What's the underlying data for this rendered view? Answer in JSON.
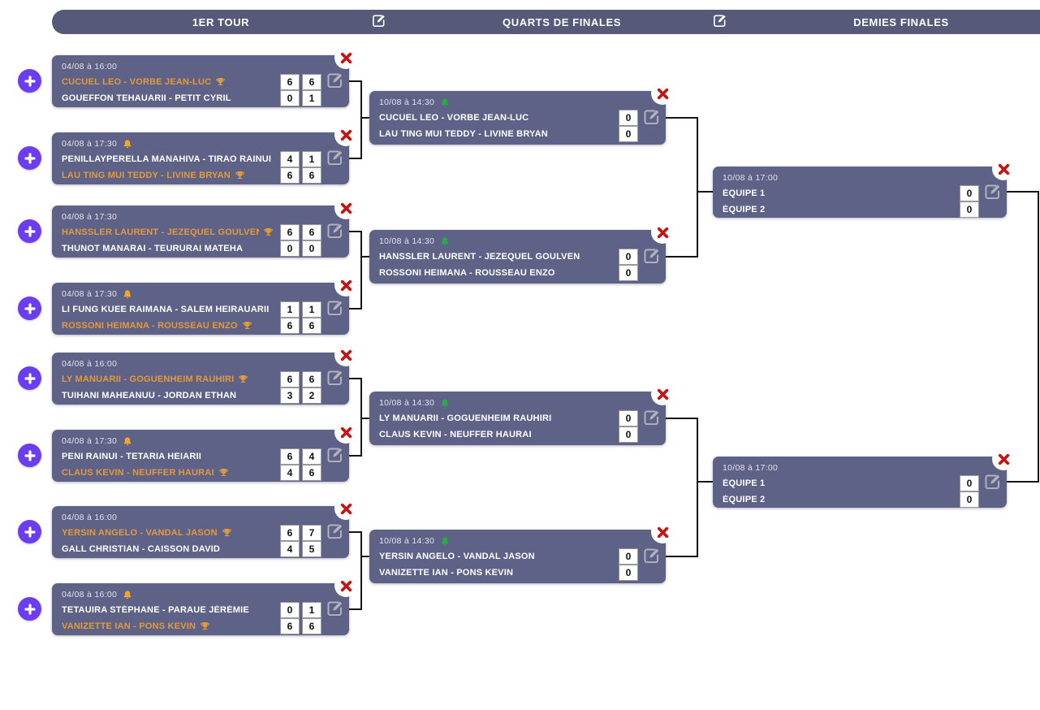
{
  "header": {
    "round1_label": "1ER TOUR",
    "quarts_label": "QUARTS DE FINALES",
    "demies_label": "DEMIES FINALES"
  },
  "colors": {
    "card_bg": "#5e6287",
    "header_bg": "#565a78",
    "winner_text": "#e39a3b",
    "delete_red": "#c41414",
    "add_violet": "#6b3df0",
    "bell_yellow": "#f5a623",
    "bell_green": "#2ba84a"
  },
  "icons": {
    "add": "plus-icon",
    "delete": "cross-icon",
    "edit": "edit-pencil-icon",
    "reminder": "bell-icon",
    "winner": "trophy-icon"
  },
  "bracket": {
    "round1": [
      {
        "date": "04/08 à 16:00",
        "teams": [
          {
            "name": "CUCUEL LEO - VORBE JEAN-LUC",
            "scores": [
              "6",
              "6"
            ]
          },
          {
            "name": "GOUEFFON TEHAUARII - PETIT CYRIL",
            "scores": [
              "0",
              "1"
            ]
          }
        ]
      },
      {
        "date": "04/08 à 17:30",
        "teams": [
          {
            "name": "PENILLAYPERELLA MANAHIVA - TIRAO RAINUI",
            "scores": [
              "4",
              "1"
            ]
          },
          {
            "name": "LAU TING MUI TEDDY - LIVINE BRYAN",
            "scores": [
              "6",
              "6"
            ]
          }
        ]
      },
      {
        "date": "04/08 à 17:30",
        "teams": [
          {
            "name": "HANSSLER LAURENT - JEZEQUEL GOULVEN",
            "scores": [
              "6",
              "6"
            ]
          },
          {
            "name": "THUNOT MANARAI - TEURURAI MATEHA",
            "scores": [
              "0",
              "0"
            ]
          }
        ]
      },
      {
        "date": "04/08 à 17:30",
        "teams": [
          {
            "name": "LI FUNG KUEE RAIMANA - SALEM HEIRAUARII",
            "scores": [
              "1",
              "1"
            ]
          },
          {
            "name": "ROSSONI HEIMANA - ROUSSEAU ENZO",
            "scores": [
              "6",
              "6"
            ]
          }
        ]
      },
      {
        "date": "04/08 à 16:00",
        "teams": [
          {
            "name": "LY MANUARII - GOGUENHEIM RAUHIRI",
            "scores": [
              "6",
              "6"
            ]
          },
          {
            "name": "TUIHANI MAHEANUU - JORDAN ETHAN",
            "scores": [
              "3",
              "2"
            ]
          }
        ]
      },
      {
        "date": "04/08 à 17:30",
        "teams": [
          {
            "name": "PENI RAINUI - TETARIA HEIARII",
            "scores": [
              "6",
              "4"
            ]
          },
          {
            "name": "CLAUS KEVIN - NEUFFER HAURAI",
            "scores": [
              "4",
              "6"
            ]
          }
        ]
      },
      {
        "date": "04/08 à 16:00",
        "teams": [
          {
            "name": "YERSIN ANGELO - VANDAL JASON",
            "scores": [
              "6",
              "7"
            ]
          },
          {
            "name": "GALL CHRISTIAN - CAISSON DAVID",
            "scores": [
              "4",
              "5"
            ]
          }
        ]
      },
      {
        "date": "04/08 à 16:00",
        "teams": [
          {
            "name": "TETAUIRA STÉPHANE - PARAUE JÉRÉMIE",
            "scores": [
              "0",
              "1"
            ]
          },
          {
            "name": "VANIZETTE IAN - PONS KEVIN",
            "scores": [
              "6",
              "6"
            ]
          }
        ]
      }
    ],
    "quarts": [
      {
        "date": "10/08 à 14:30",
        "teams": [
          {
            "name": "CUCUEL LEO - VORBE JEAN-LUC",
            "scores": [
              "0"
            ]
          },
          {
            "name": "LAU TING MUI TEDDY - LIVINE BRYAN",
            "scores": [
              "0"
            ]
          }
        ]
      },
      {
        "date": "10/08 à 14:30",
        "teams": [
          {
            "name": "HANSSLER LAURENT - JEZEQUEL GOULVEN",
            "scores": [
              "0"
            ]
          },
          {
            "name": "ROSSONI HEIMANA - ROUSSEAU ENZO",
            "scores": [
              "0"
            ]
          }
        ]
      },
      {
        "date": "10/08 à 14:30",
        "teams": [
          {
            "name": "LY MANUARII - GOGUENHEIM RAUHIRI",
            "scores": [
              "0"
            ]
          },
          {
            "name": "CLAUS KEVIN - NEUFFER HAURAI",
            "scores": [
              "0"
            ]
          }
        ]
      },
      {
        "date": "10/08 à 14:30",
        "teams": [
          {
            "name": "YERSIN ANGELO - VANDAL JASON",
            "scores": [
              "0"
            ]
          },
          {
            "name": "VANIZETTE IAN - PONS KEVIN",
            "scores": [
              "0"
            ]
          }
        ]
      }
    ],
    "demies": [
      {
        "date": "10/08 à 17:00",
        "teams": [
          {
            "name": "ÉQUIPE 1",
            "scores": [
              "0"
            ]
          },
          {
            "name": "ÉQUIPE 2",
            "scores": [
              "0"
            ]
          }
        ]
      },
      {
        "date": "10/08 à 17:00",
        "teams": [
          {
            "name": "ÉQUIPE 1",
            "scores": [
              "0"
            ]
          },
          {
            "name": "ÉQUIPE 2",
            "scores": [
              "0"
            ]
          }
        ]
      }
    ]
  }
}
